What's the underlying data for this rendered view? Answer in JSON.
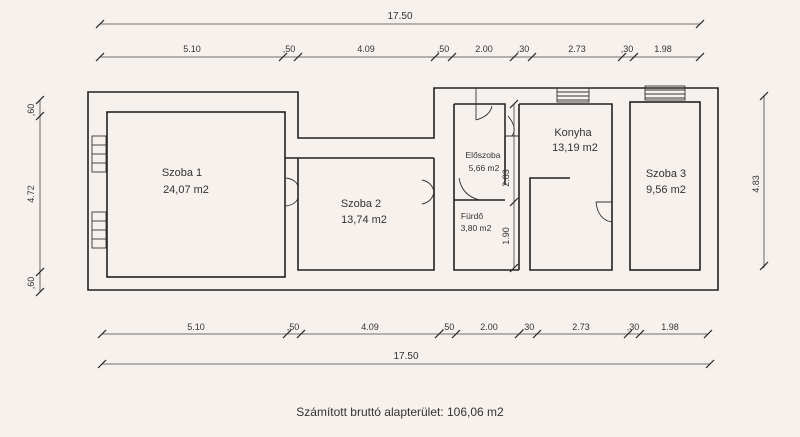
{
  "dimensions": {
    "overall_top": "17.50",
    "overall_bottom": "17.50",
    "segments": [
      "5.10",
      ",50",
      "4.09",
      ",50",
      "2.00",
      ",30",
      "2.73",
      ",30",
      "1.98"
    ],
    "left_side": [
      ",60",
      "4.72",
      ",60"
    ],
    "right_side": "4.83",
    "interior": [
      "2.83",
      "1.90"
    ]
  },
  "rooms": [
    {
      "name": "Szoba 1",
      "area": "24,07 m2"
    },
    {
      "name": "Szoba 2",
      "area": "13,74 m2"
    },
    {
      "name": "Előszoba",
      "area": "5,66 m2"
    },
    {
      "name": "Konyha",
      "area": "13,19 m2"
    },
    {
      "name": "Fürdő",
      "area": "3,80 m2"
    },
    {
      "name": "Szoba 3",
      "area": "9,56 m2"
    }
  ],
  "caption": "Számított bruttó alapterület: 106,06 m2"
}
